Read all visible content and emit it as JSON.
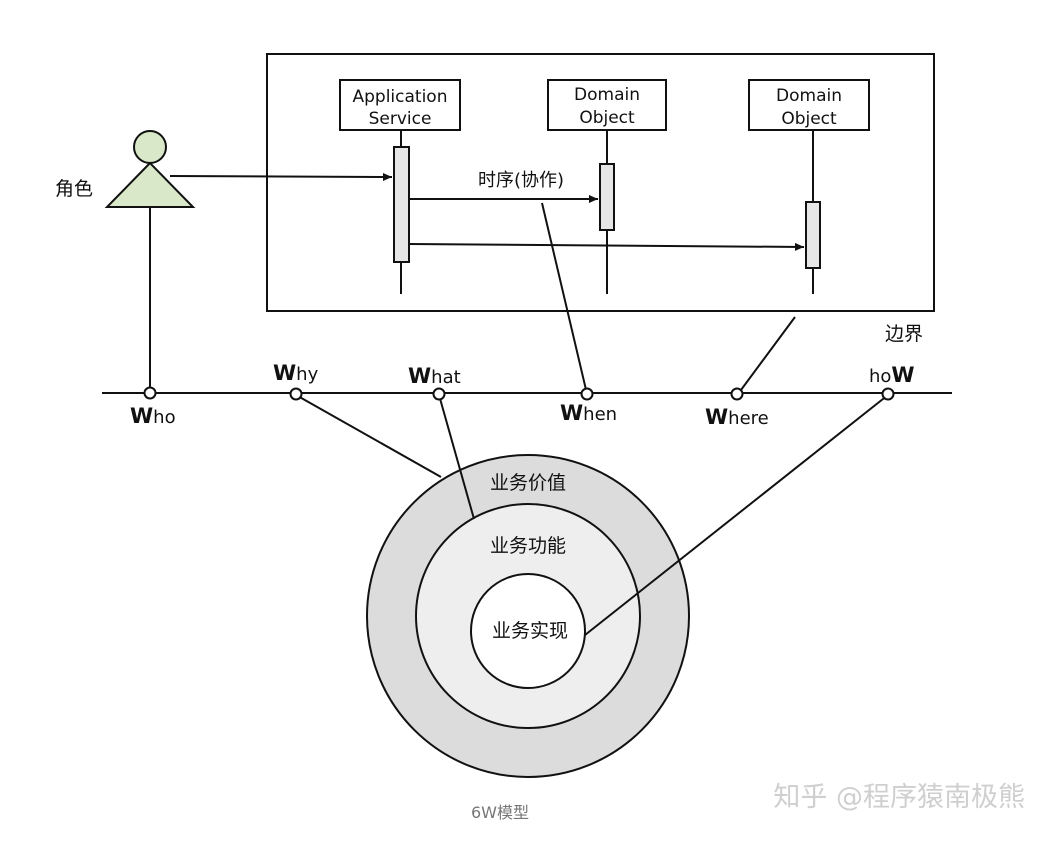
{
  "diagram": {
    "actor_label": "角色",
    "boundary_label": "边界",
    "lifelines": {
      "app_service": [
        "Application",
        "Service"
      ],
      "domain_object_1": [
        "Domain",
        "Object"
      ],
      "domain_object_2": [
        "Domain",
        "Object"
      ]
    },
    "sequence_label": "时序(协作)",
    "timeline": {
      "who": {
        "cap": "W",
        "rest": "ho"
      },
      "why": {
        "cap": "W",
        "rest": "hy"
      },
      "what": {
        "cap": "W",
        "rest": "hat"
      },
      "when": {
        "cap": "W",
        "rest": "hen"
      },
      "where": {
        "cap": "W",
        "rest": "here"
      },
      "how": {
        "pre": "ho",
        "cap": "W"
      }
    },
    "rings": {
      "outer": "业务价值",
      "middle": "业务功能",
      "inner": "业务实现"
    },
    "colors": {
      "actor_fill": "#d9e8c8",
      "outer_ring": "#dcdcdc",
      "middle_ring": "#eeeeee",
      "inner_ring": "#ffffff",
      "activation": "#e6e6e6"
    }
  },
  "caption": "6W模型",
  "watermark": "知乎 @程序猿南极熊"
}
